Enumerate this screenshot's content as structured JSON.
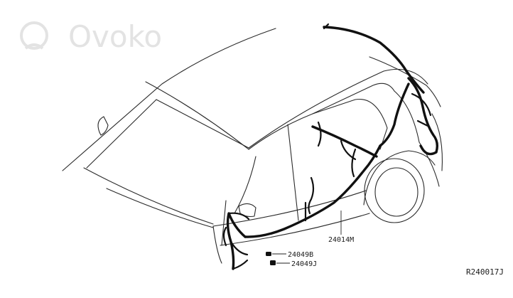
{
  "watermark": {
    "text": "Ovoko",
    "icon": "ovoko-logo-icon"
  },
  "callouts": [
    {
      "id": "harness",
      "part_number": "24014M"
    },
    {
      "id": "grommet",
      "part_number": "24049B"
    },
    {
      "id": "clip",
      "part_number": "24049J"
    }
  ],
  "figure_ref": "R240017J",
  "colors": {
    "line": "#2a2a2a",
    "harness": "#111111",
    "watermark": "#e3e3e3",
    "background": "#ffffff"
  }
}
